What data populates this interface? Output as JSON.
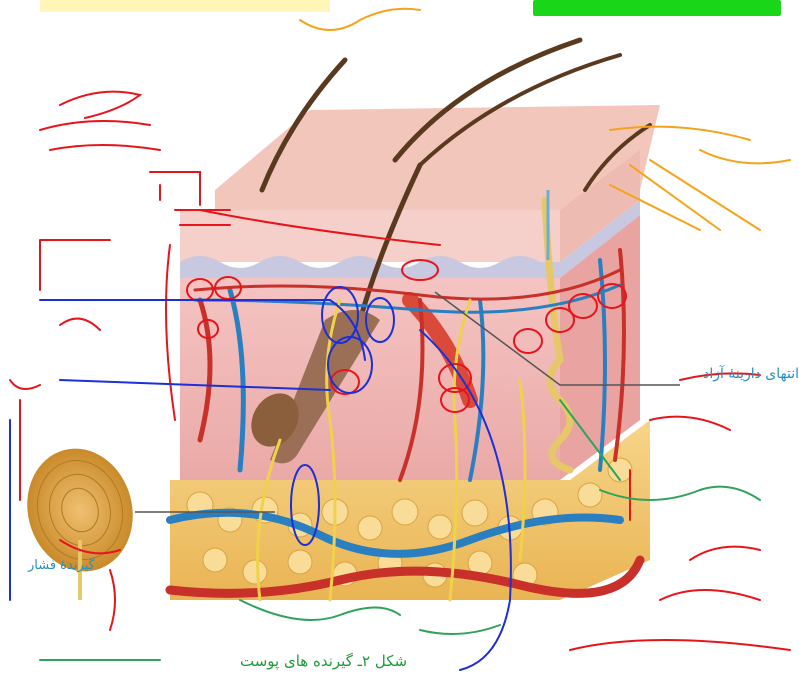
{
  "labels": {
    "free_nerve_endings": "انتهای دارینهٔ آزاد",
    "pressure_receptor": "گیرندهٔ فشار",
    "figure_caption": "شکل ۲ـ گیرنده های پوست"
  },
  "colors": {
    "label_blue": "#2a8fc0",
    "caption_green": "#1f9b3b",
    "annotation_red": "#e8141b",
    "annotation_blue": "#1d2fd6",
    "annotation_orange": "#f5a31a",
    "annotation_green": "#2fa35a"
  }
}
